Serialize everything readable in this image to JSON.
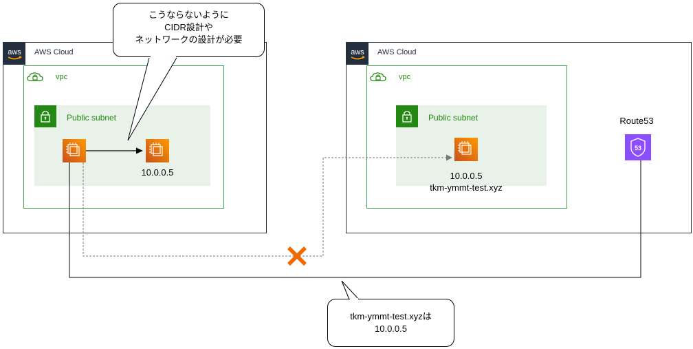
{
  "left_cloud": {
    "label": "AWS Cloud",
    "vpc_label": "vpc",
    "subnet_label": "Public subnet",
    "instance_ip": "10.0.0.5"
  },
  "right_cloud": {
    "label": "AWS Cloud",
    "vpc_label": "vpc",
    "subnet_label": "Public subnet",
    "instance_ip": "10.0.0.5",
    "instance_domain": "tkm-ymmt-test.xyz"
  },
  "route53": {
    "label": "Route53",
    "badge": "53"
  },
  "aws_logo_text": "aws",
  "top_callout": {
    "lines": [
      "こうならないように",
      "CIDR設計や",
      "ネットワークの設計が必要"
    ]
  },
  "bottom_callout": {
    "lines": [
      "tkm-ymmt-test.xyzは",
      "10.0.0.5"
    ]
  },
  "colors": {
    "aws_dark": "#232f3e",
    "vpc_green": "#3f9e4a",
    "subnet_fill": "#e8f2e8",
    "ec2_orange": "#ed7100",
    "route53_purple": "#8c4fff",
    "cross_orange": "#f06a00"
  },
  "icons": [
    "aws-logo-icon",
    "vpc-cloud-lock-icon",
    "subnet-lock-icon",
    "ec2-instance-icon",
    "route53-icon",
    "cross-x-icon"
  ]
}
